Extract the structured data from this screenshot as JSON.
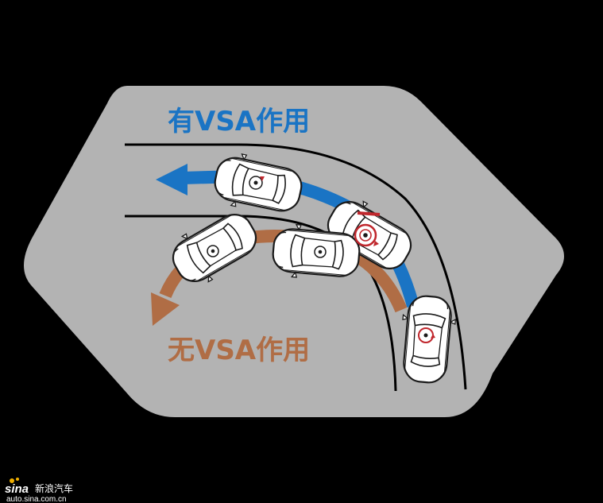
{
  "labels": {
    "with_vsa": "有VSA作用",
    "without_vsa": "无VSA作用"
  },
  "watermark": {
    "brand": "sina",
    "name": "新浪汽车",
    "url": "auto.sina.com.cn"
  },
  "colors": {
    "background": "#000000",
    "road_panel": "#b3b3b3",
    "with_vsa": "#1a74c4",
    "without_vsa": "#b06d45",
    "car_body": "#ffffff",
    "car_outline": "#1a1a1a",
    "rotation_marker": "#c0272d"
  },
  "icons": {
    "arrow_with_vsa": "arrow-left-icon",
    "arrow_without_vsa": "arrow-curved-down-icon",
    "car": "car-top-view-icon",
    "rotation": "rotation-arrow-icon"
  }
}
